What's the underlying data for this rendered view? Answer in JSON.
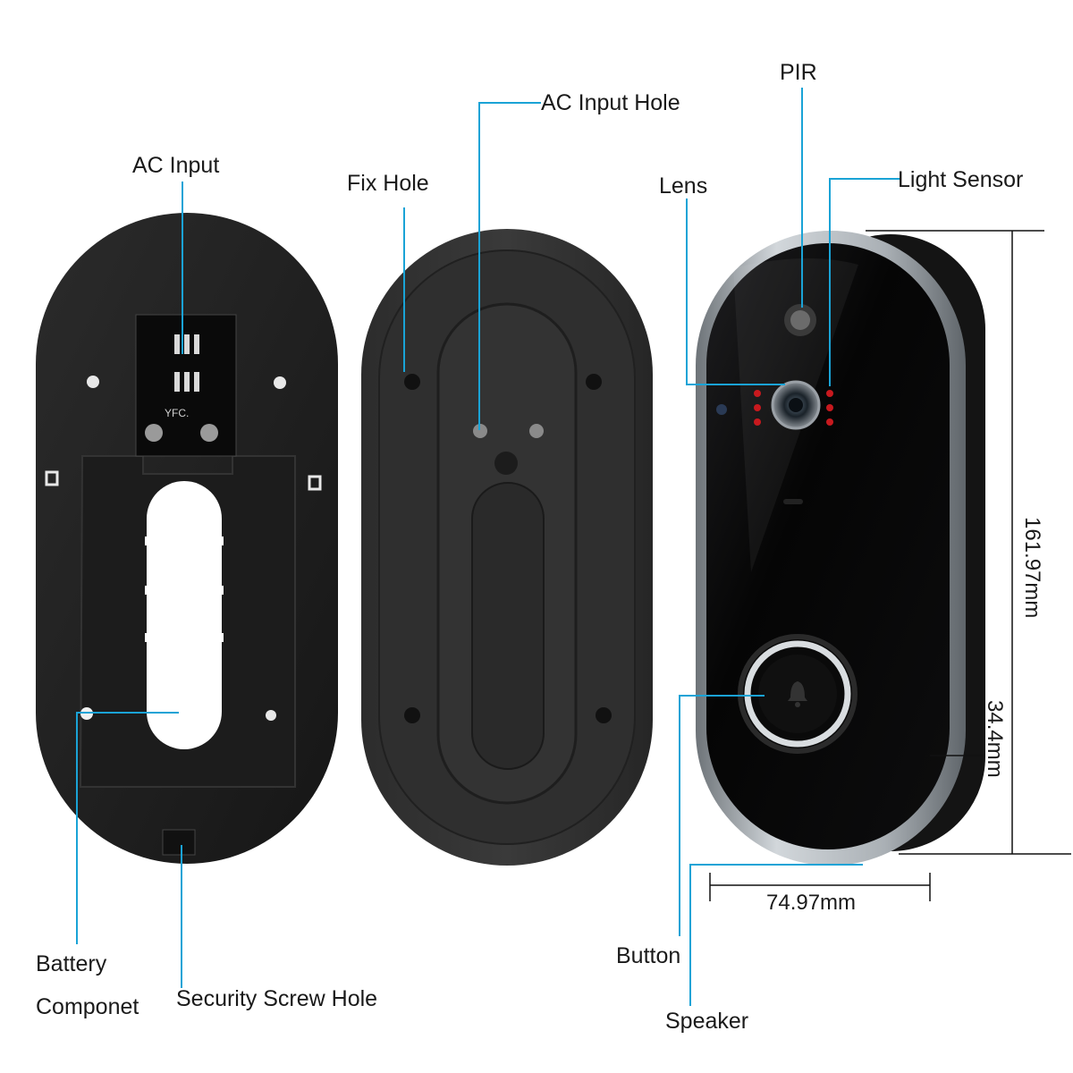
{
  "labels": {
    "ac_input": "AC Input",
    "fix_hole": "Fix Hole",
    "ac_input_hole": "AC Input Hole",
    "pir": "PIR",
    "lens": "Lens",
    "light_sensor": "Light Sensor",
    "battery": "Battery",
    "componet": "Componet",
    "security_screw_hole": "Security Screw Hole",
    "button": "Button",
    "speaker": "Speaker"
  },
  "dimensions": {
    "height": "161.97mm",
    "depth": "34.4mm",
    "width": "74.97mm"
  },
  "board_text": "YFC.",
  "colors": {
    "leader_line": "#1aa3d6",
    "plate_dark": "#222222",
    "device_body": "#0b0b0b",
    "device_trim": "#b8bec4",
    "ring_light": "#d9dde0",
    "ir_led": "#c8191e"
  }
}
